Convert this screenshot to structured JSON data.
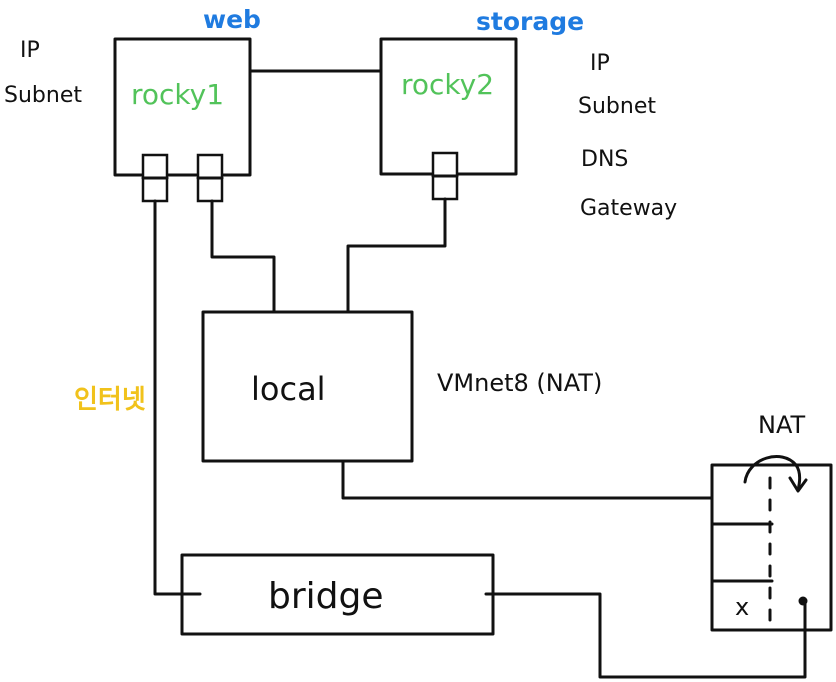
{
  "colors": {
    "ink": "#111111",
    "blue": "#1f7be0",
    "green": "#52c35a",
    "yellow": "#f1c21b"
  },
  "labels": {
    "rocky1_role": "web",
    "rocky2_role": "storage",
    "rocky1": "rocky1",
    "rocky2": "rocky2",
    "rocky1_notes": [
      "IP",
      "Subnet"
    ],
    "rocky2_notes": [
      "IP",
      "Subnet",
      "DNS",
      "Gateway"
    ],
    "local": "local",
    "vmnet": "VMnet8 (NAT)",
    "internet": "인터넷",
    "bridge": "bridge",
    "nat": "NAT",
    "nat_x": "x"
  }
}
